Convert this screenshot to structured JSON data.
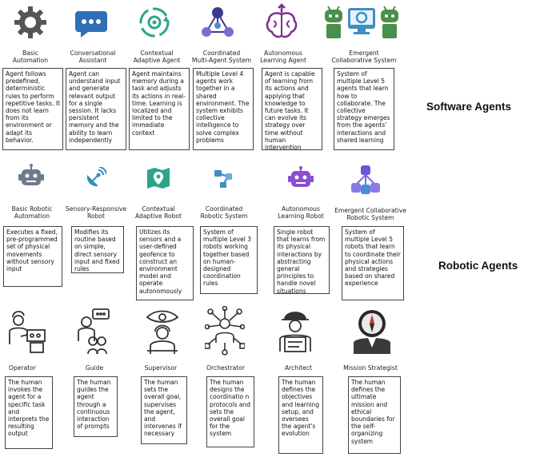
{
  "rows": [
    {
      "label": "Software Agents",
      "items": [
        {
          "title": "Basic\nAutomation",
          "text": "Agent follows predefined, deterministic rules to perform repetitive tasks. It does not learn from its environment or adapt its behavior.",
          "icon": "gear-icon"
        },
        {
          "title": "Conversational\nAssistant",
          "text": "Agent can understand input and generate relevant output for a single session. It lacks persistent memory and the ability to learn independently",
          "icon": "chat-bubble-icon"
        },
        {
          "title": "Contextual\nAdaptive Agent",
          "text": "Agent maintains memory during a task and adjusts its actions in real-time. Learning is localized and limited to the immediate context",
          "icon": "adaptive-cycle-icon"
        },
        {
          "title": "Coordinated\nMulti-Agent System",
          "text": "Multiple Level 4 agents work together in a shared environment. The system exhibits collective intelligence to solve complex problems",
          "icon": "network-nodes-icon"
        },
        {
          "title": "Autonomous\nLearning Agent",
          "text": "Agent is capable of learning from its actions and applying that knowledge to future tasks. It can evolve its strategy over time without human intervention",
          "icon": "brain-icon"
        },
        {
          "title": "Emergent\nCollaborative System",
          "text": "System of multiple Level 5 agents that learn how to collaborate. The collective strategy emerges from the agents' interactions and shared learning",
          "icon": "robots-group-icon"
        }
      ]
    },
    {
      "label": "Robotic Agents",
      "items": [
        {
          "title": "Basic Robotic\nAutomation",
          "text": "Executes a fixed, pre-programmed set of physical movements without sensory input",
          "icon": "robot-head-icon"
        },
        {
          "title": "Sensory-Responsive\nRobot",
          "text": "Modifies its routine based on simple, direct sensory input and fixed rules",
          "icon": "satellite-dish-icon"
        },
        {
          "title": "Contextual\nAdaptive Robot",
          "text": "Utilizes its sensors and a user-defined geofence to construct an environment model and operate autonomously",
          "icon": "map-pin-icon"
        },
        {
          "title": "Coordinated\nRobotic System",
          "text": "System of multiple Level 3 robots working together based on human-designed coordination rules",
          "icon": "connected-nodes-icon"
        },
        {
          "title": "Autonomous\nLearning Robot",
          "text": "Single robot that learns from its physical interactions by abstracting general principles to handle novel situations",
          "icon": "smart-robot-icon"
        },
        {
          "title": "Emergent Collaborative\nRobotic System",
          "text": "System of multiple Level 5 robots that learn to coordinate their physical actions and strategies based on shared experience",
          "icon": "robot-hierarchy-icon"
        }
      ]
    },
    {
      "label": "",
      "items": [
        {
          "title": "Operator",
          "text": "The human invokes the agent for a specific task and interprets the resulting output",
          "icon": "operator-icon"
        },
        {
          "title": "Guide",
          "text": "The human guides the agent through a continuous interaction of prompts",
          "icon": "guide-icon"
        },
        {
          "title": "Supervisor",
          "text": "The human sets the overall goal, supervises the agent, and intervenes if necessary",
          "icon": "supervisor-icon"
        },
        {
          "title": "Orchestrator",
          "text": "The human designs the coordinatio n protocols and sets the overall goal for the system",
          "icon": "orchestrator-icon"
        },
        {
          "title": "Architect",
          "text": "The human defines the objectives and learning setup, and oversees the agent's evolution",
          "icon": "architect-icon"
        },
        {
          "title": "Mission Strategist",
          "text": "The human defines the ultimate mission and ethical boundaries for the self-organizing system",
          "icon": "compass-person-icon"
        }
      ]
    }
  ]
}
